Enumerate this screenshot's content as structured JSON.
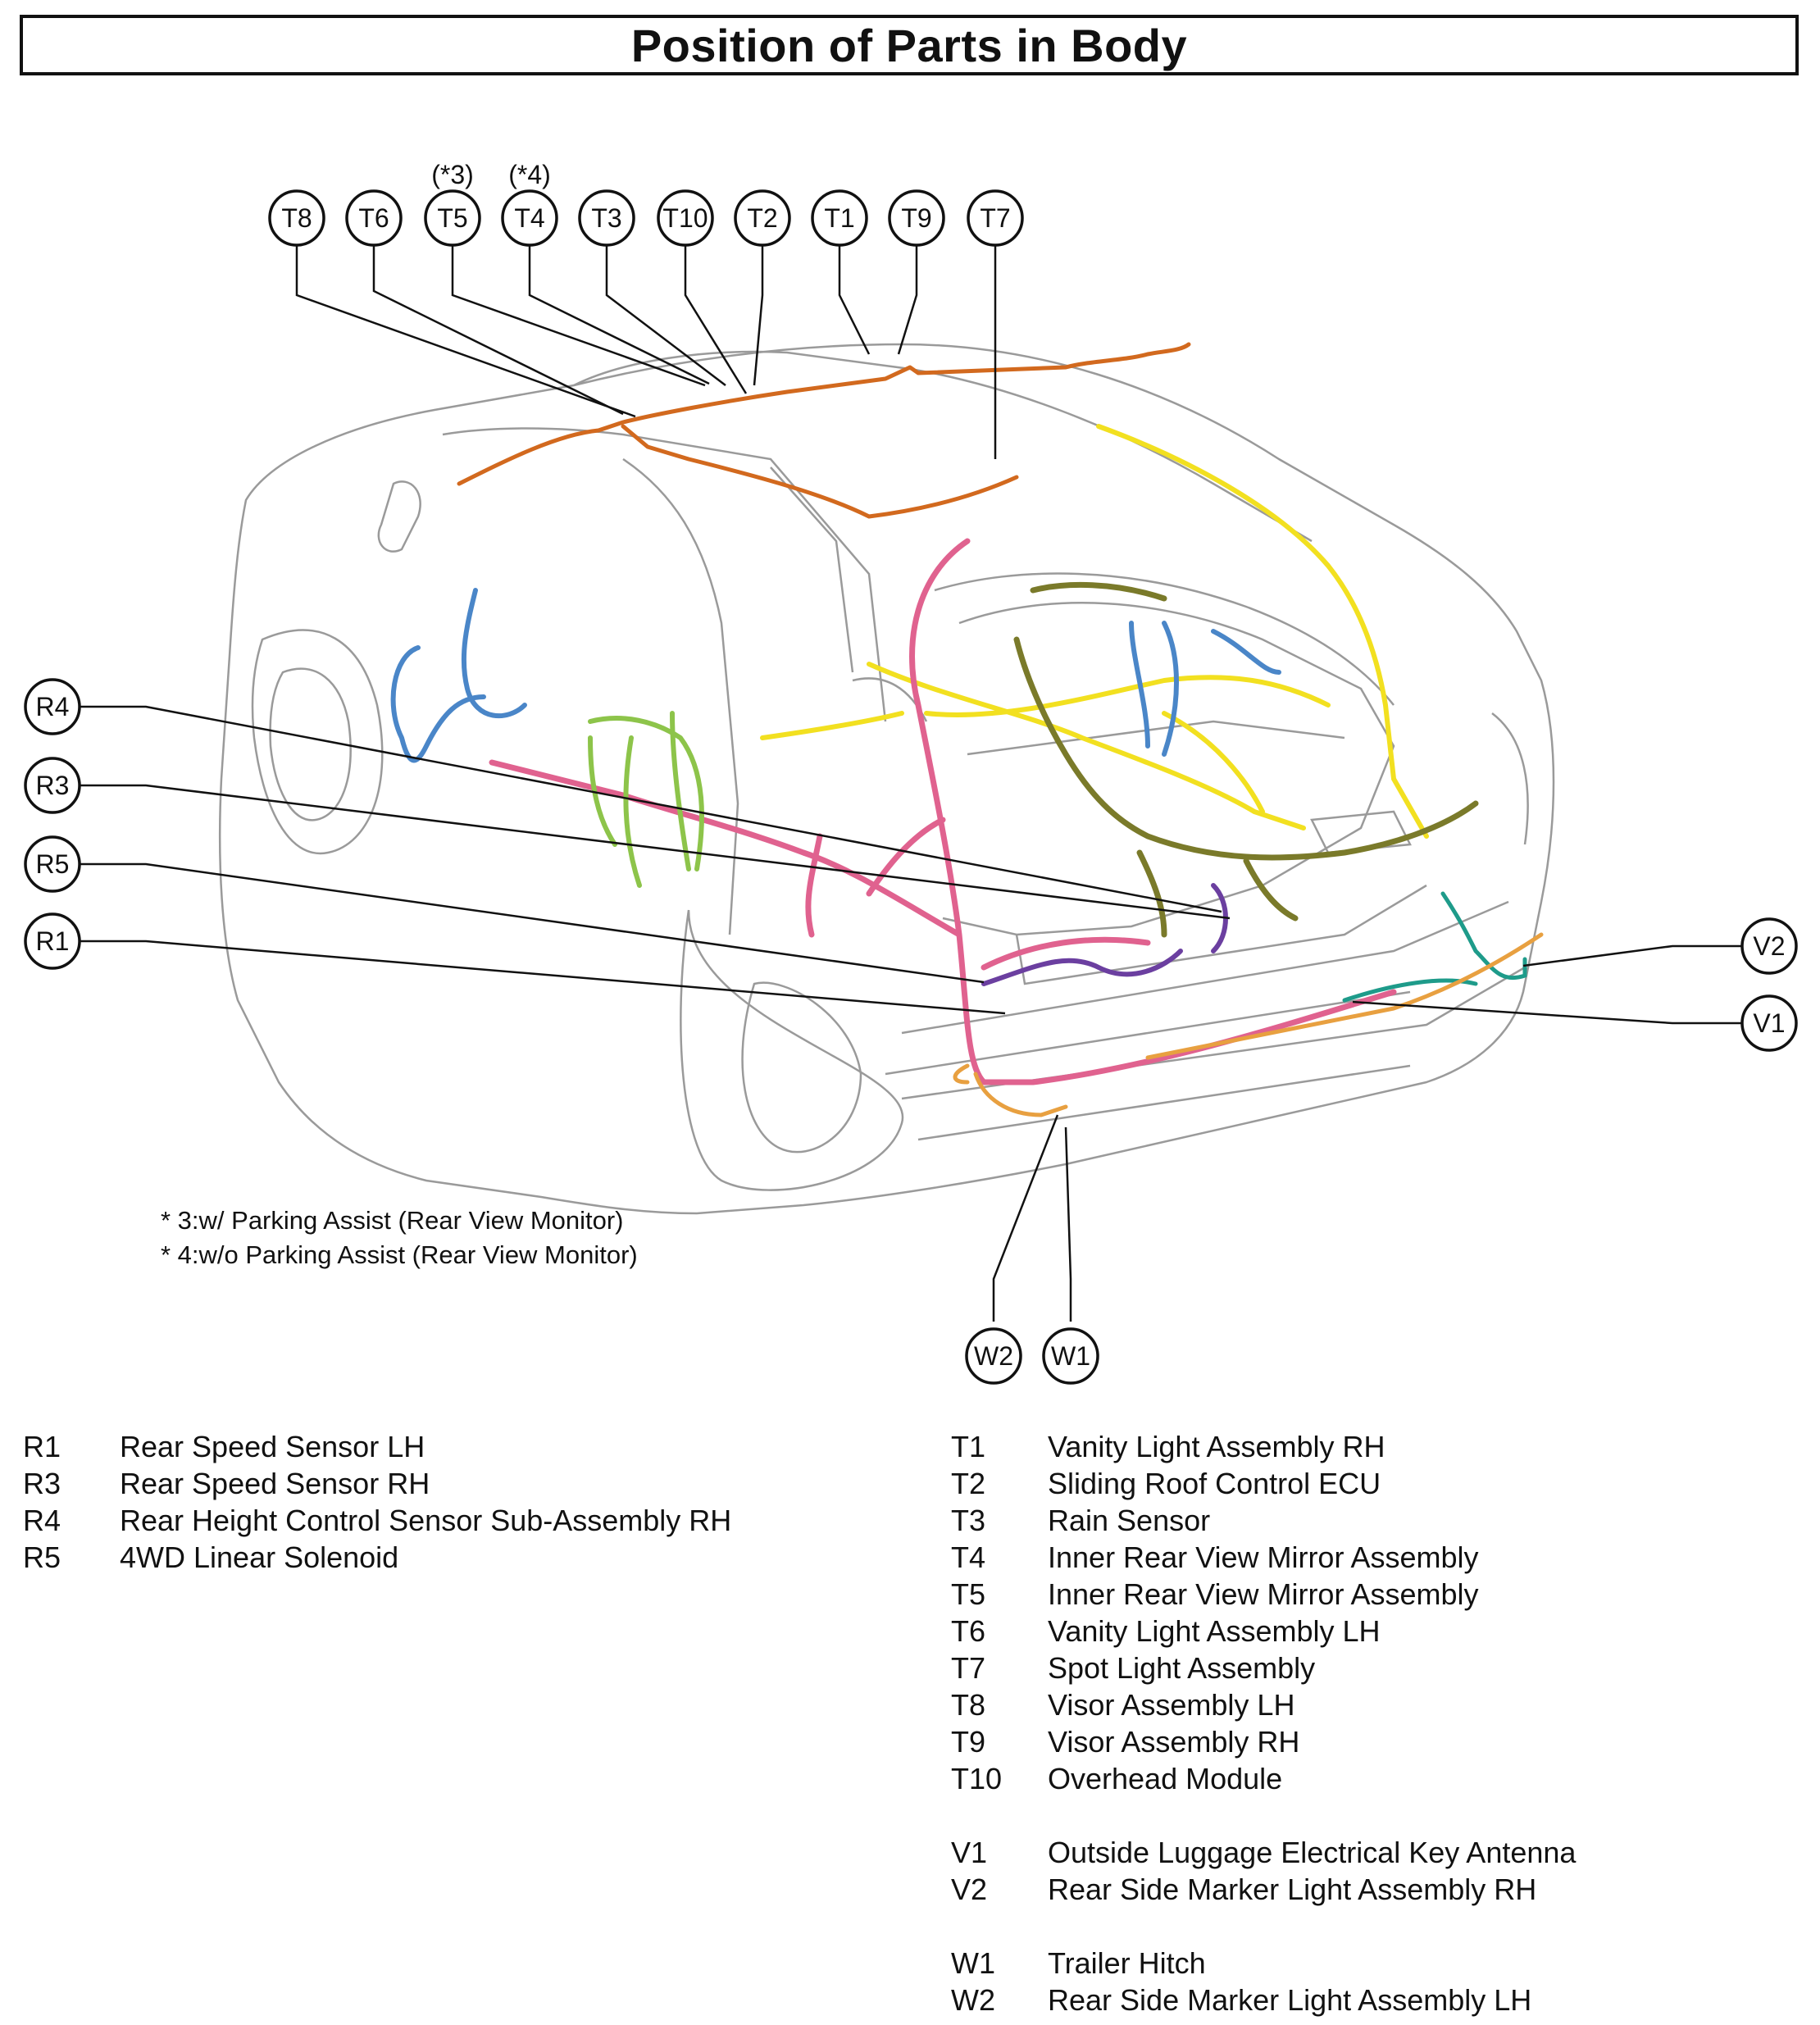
{
  "title": "Position of Parts in Body",
  "callouts": [
    {
      "id": "T8",
      "label": "T8"
    },
    {
      "id": "T6",
      "label": "T6"
    },
    {
      "id": "T5",
      "label": "T5",
      "note": "(*3)"
    },
    {
      "id": "T4",
      "label": "T4",
      "note": "(*4)"
    },
    {
      "id": "T3",
      "label": "T3"
    },
    {
      "id": "T10",
      "label": "T10"
    },
    {
      "id": "T2",
      "label": "T2"
    },
    {
      "id": "T1",
      "label": "T1"
    },
    {
      "id": "T9",
      "label": "T9"
    },
    {
      "id": "T7",
      "label": "T7"
    },
    {
      "id": "R4",
      "label": "R4"
    },
    {
      "id": "R3",
      "label": "R3"
    },
    {
      "id": "R5",
      "label": "R5"
    },
    {
      "id": "R1",
      "label": "R1"
    },
    {
      "id": "V2",
      "label": "V2"
    },
    {
      "id": "V1",
      "label": "V1"
    },
    {
      "id": "W2",
      "label": "W2"
    },
    {
      "id": "W1",
      "label": "W1"
    }
  ],
  "notes": {
    "n3": "* 3:w/ Parking Assist (Rear View Monitor)",
    "n4": "* 4:w/o Parking Assist (Rear View Monitor)"
  },
  "legend_left": [
    {
      "code": "R1",
      "desc": "Rear Speed Sensor LH"
    },
    {
      "code": "R3",
      "desc": "Rear Speed Sensor RH"
    },
    {
      "code": "R4",
      "desc": "Rear Height Control Sensor Sub-Assembly RH"
    },
    {
      "code": "R5",
      "desc": "4WD Linear Solenoid"
    }
  ],
  "legend_right": [
    {
      "code": "T1",
      "desc": "Vanity Light Assembly RH"
    },
    {
      "code": "T2",
      "desc": "Sliding Roof Control ECU"
    },
    {
      "code": "T3",
      "desc": "Rain Sensor"
    },
    {
      "code": "T4",
      "desc": "Inner Rear View Mirror Assembly"
    },
    {
      "code": "T5",
      "desc": "Inner Rear View Mirror Assembly"
    },
    {
      "code": "T6",
      "desc": "Vanity Light Assembly LH"
    },
    {
      "code": "T7",
      "desc": "Spot Light Assembly"
    },
    {
      "code": "T8",
      "desc": "Visor Assembly LH"
    },
    {
      "code": "T9",
      "desc": "Visor Assembly RH"
    },
    {
      "code": "T10",
      "desc": "Overhead Module"
    },
    {
      "code": "V1",
      "desc": "Outside Luggage Electrical Key Antenna"
    },
    {
      "code": "V2",
      "desc": "Rear Side Marker Light Assembly RH"
    },
    {
      "code": "W1",
      "desc": "Trailer Hitch"
    },
    {
      "code": "W2",
      "desc": "Rear Side Marker Light Assembly LH"
    }
  ],
  "harness_colors": {
    "roof": "#d2691e",
    "floor_pink": "#e0628f",
    "body_yellow": "#f2e020",
    "olive": "#7a7a2a",
    "blue": "#4a86c8",
    "green": "#8dc44a",
    "purple": "#6b3fa0",
    "teal": "#1e9b8a",
    "orange_rear": "#e8a040",
    "outline": "#9a9a9a"
  }
}
